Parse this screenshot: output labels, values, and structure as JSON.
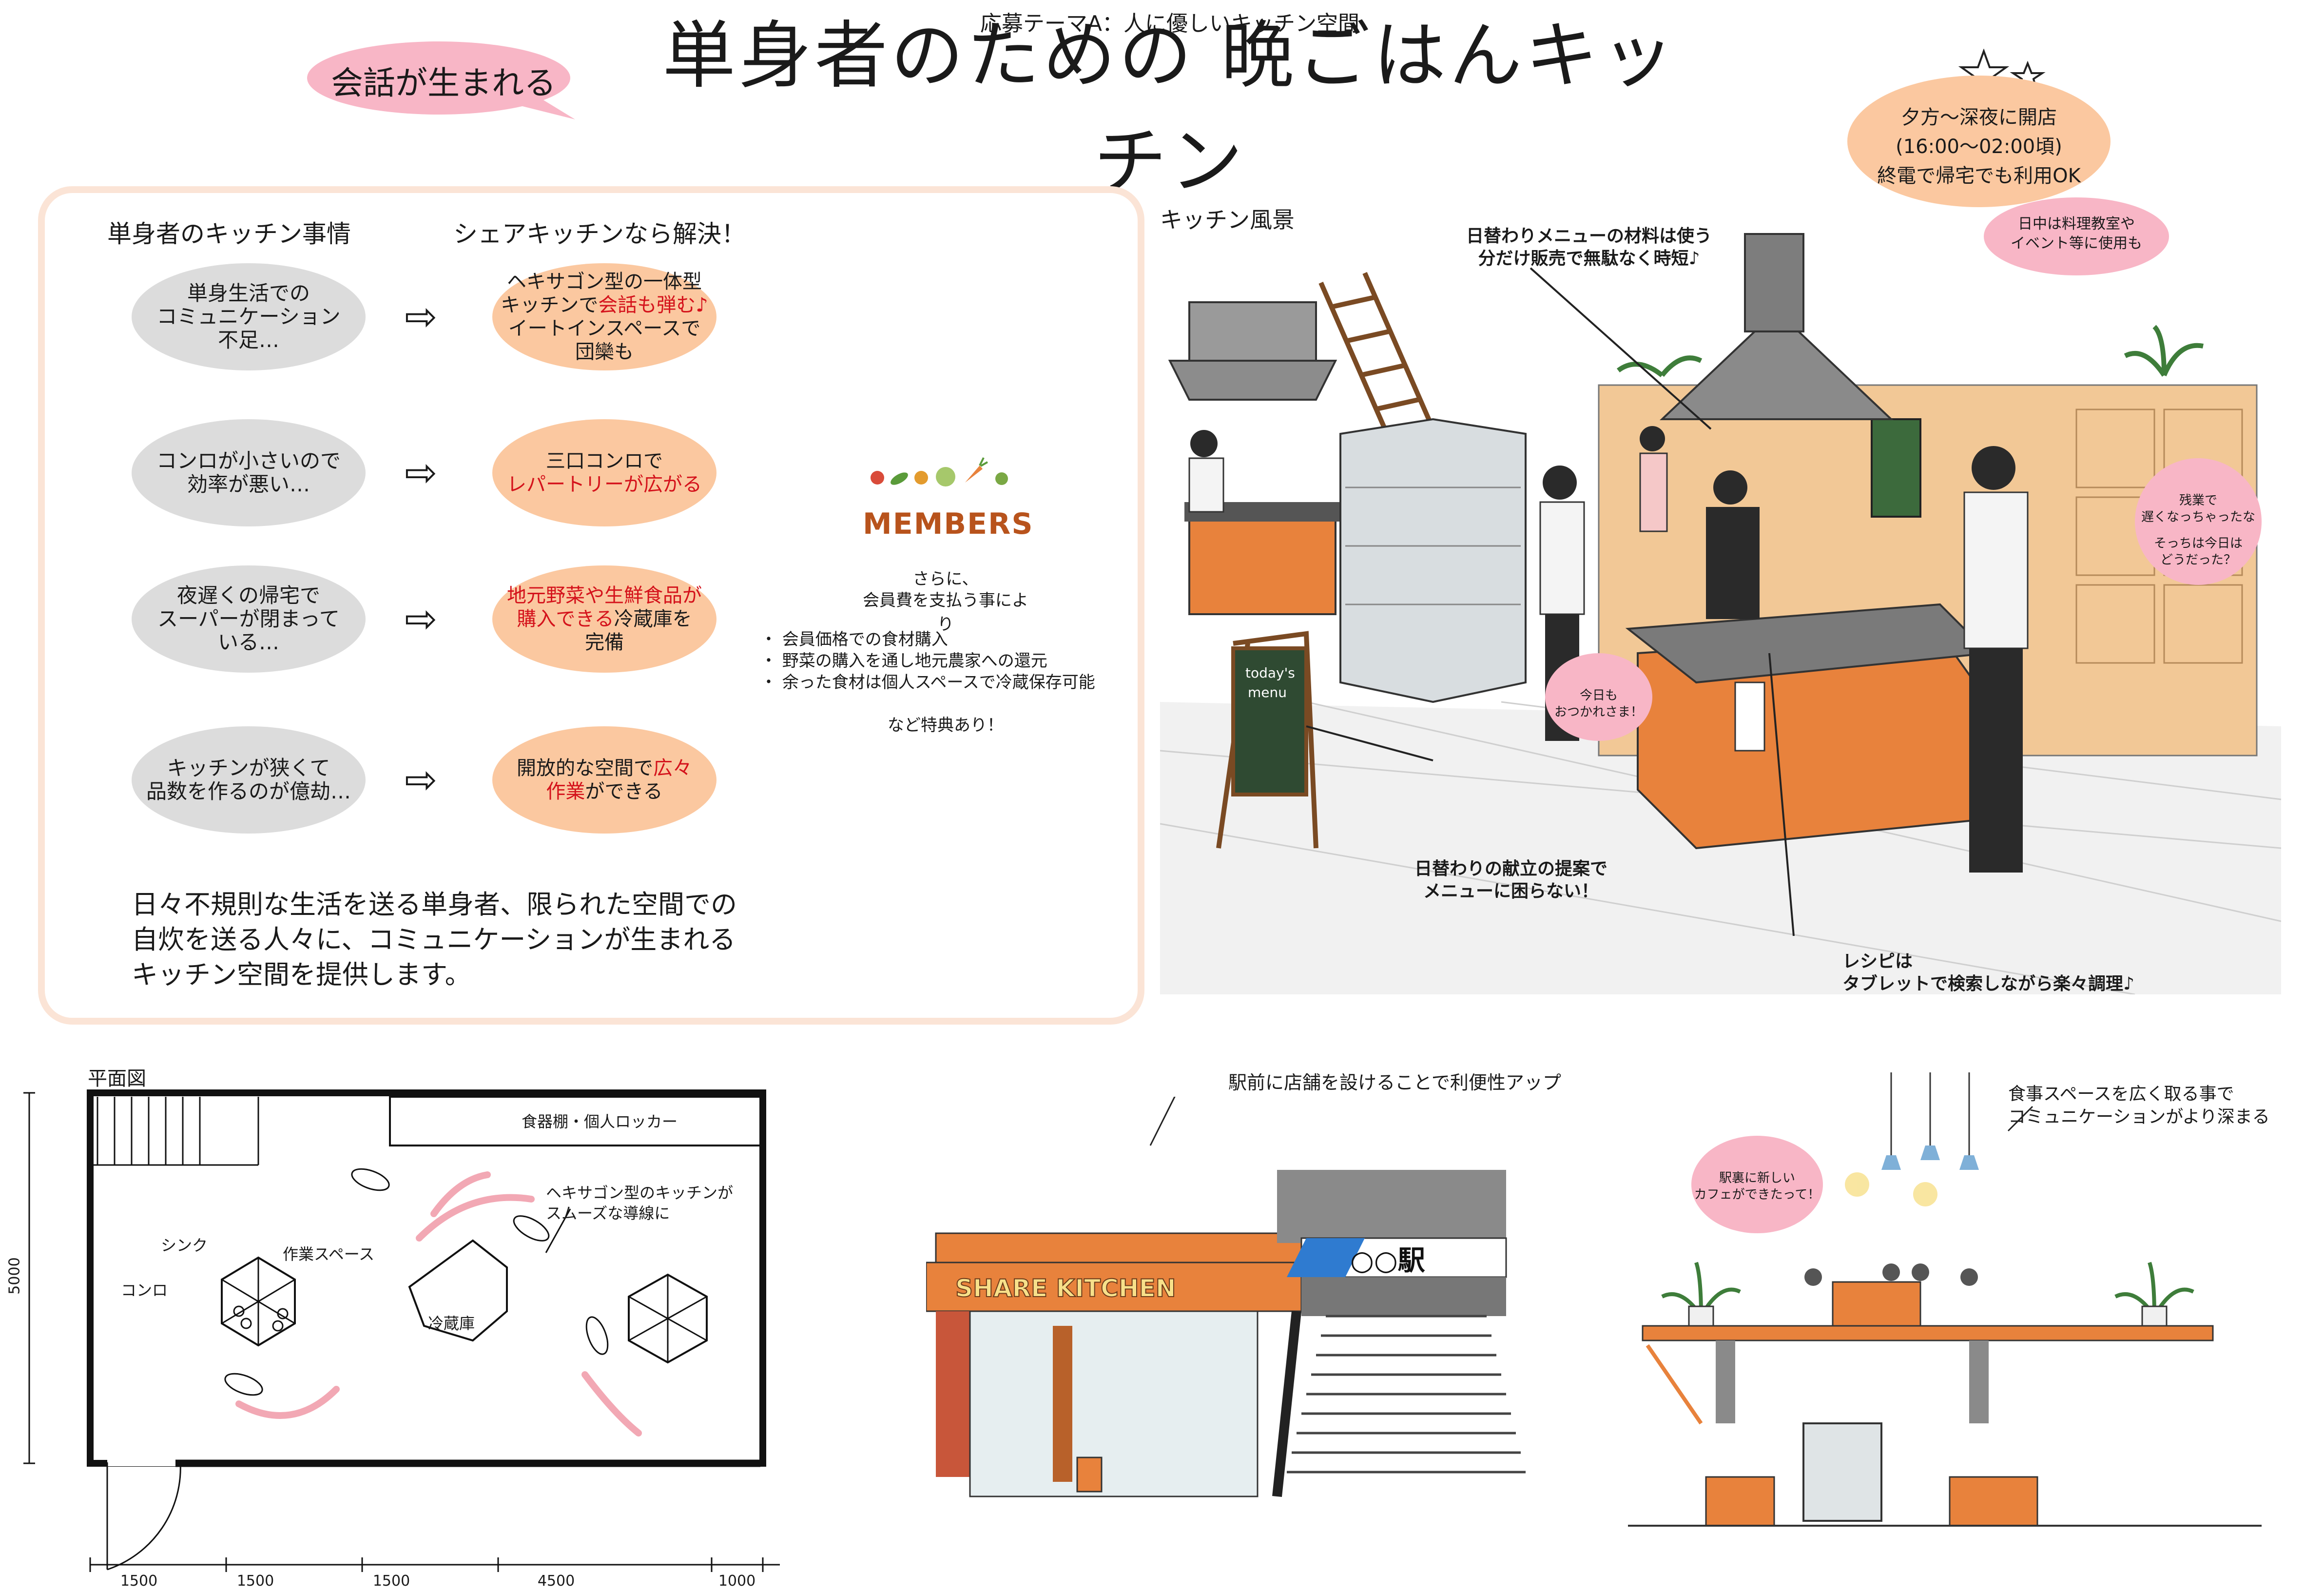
{
  "header": {
    "theme": "応募テーマA：人に優しいキッチン空間",
    "tagline": "会話が生まれる",
    "title": "単身者のための 晩ごはんキッチン",
    "hours": [
      "夕方〜深夜に開店",
      "(16:00〜02:00頃)",
      "終電で帰宅でも利用OK"
    ],
    "daytime_note": [
      "日中は料理教室や",
      "イベント等に使用も"
    ]
  },
  "problems_panel": {
    "left_heading": "単身者のキッチン事情",
    "right_heading": "シェアキッチンなら解決！",
    "rows": [
      {
        "problem": [
          "単身生活での",
          "コミュニケーション",
          "不足…"
        ],
        "solution": [
          [
            {
              "t": "ヘキサゴン型の一体型"
            }
          ],
          [
            {
              "t": "キッチンで"
            },
            {
              "t": "会話も弾む♪",
              "red": true
            }
          ],
          [
            {
              "t": "イートインスペースで"
            }
          ],
          [
            {
              "t": "団欒も"
            }
          ]
        ]
      },
      {
        "problem": [
          "コンロが小さいので",
          "効率が悪い…"
        ],
        "solution": [
          [
            {
              "t": "三口コンロで"
            }
          ],
          [
            {
              "t": "レパートリーが広がる",
              "red": true
            }
          ]
        ]
      },
      {
        "problem": [
          "夜遅くの帰宅で",
          "スーパーが閉まって",
          "いる…"
        ],
        "solution": [
          [
            {
              "t": "地元野菜や生鮮食品が",
              "red": true
            }
          ],
          [
            {
              "t": "購入できる",
              "red": true
            },
            {
              "t": "冷蔵庫を"
            }
          ],
          [
            {
              "t": "完備"
            }
          ]
        ]
      },
      {
        "problem": [
          "キッチンが狭くて",
          "品数を作るのが億劫…"
        ],
        "solution": [
          [
            {
              "t": "開放的な空間で"
            },
            {
              "t": "広々",
              "red": true
            }
          ],
          [
            {
              "t": "作業",
              "red": true
            },
            {
              "t": "ができる"
            }
          ]
        ]
      }
    ],
    "summary": [
      "日々不規則な生活を送る単身者、限られた空間での",
      "自炊を送る人々に、コミュニケーションが生まれる",
      "キッチン空間を提供します。"
    ]
  },
  "members": {
    "logo_text": "MEMBERS",
    "intro": [
      "さらに、",
      "会員費を支払う事により"
    ],
    "benefits": [
      "・ 会員価格での食材購入",
      "・ 野菜の購入を通し地元農家への還元",
      "・ 余った食材は個人スペースで冷蔵保存可能"
    ],
    "closing": "など特典あり！"
  },
  "kitchen_scene": {
    "label": "キッチン風景",
    "callouts": {
      "ingredients": [
        "日替わりメニューの材料は使う",
        "分だけ販売で無駄なく時短♪"
      ],
      "menu": [
        "日替わりの献立の提案で",
        "メニューに困らない！"
      ],
      "recipe": [
        "レシピは",
        "タブレットで検索しながら楽々調理♪"
      ]
    },
    "speech": {
      "tonight": [
        "今日も",
        "おつかれさま！"
      ],
      "overtime": [
        "残業で",
        "遅くなっちゃったな",
        "",
        "そっちは今日は",
        "どうだった？"
      ]
    },
    "board_text": [
      "today's",
      "menu"
    ]
  },
  "floor_plan": {
    "label": "平面図",
    "locker_label": "食器棚・個人ロッカー",
    "sink_label": "シンク",
    "workspace_label": "作業スペース",
    "stove_label": "コンロ",
    "fridge_label": "冷蔵庫",
    "note": [
      "ヘキサゴン型のキッチンが",
      "スムーズな導線に"
    ],
    "height_dim": "5000",
    "width_dims": [
      "1500",
      "1500",
      "1500",
      "4500",
      "1000"
    ]
  },
  "storefront": {
    "caption": "駅前に店舗を設けることで利便性アップ",
    "sign": "SHARE KITCHEN",
    "station_sign": "○○駅"
  },
  "section": {
    "caption": [
      "食事スペースを広く取る事で",
      "コミュニケーションがより深まる"
    ],
    "speech": [
      "駅裏に新しい",
      "カフェができたって！"
    ]
  },
  "colors": {
    "orange": "#e8823c",
    "light_orange": "#fbc8a0",
    "pink": "#f8b6c6",
    "gray_bubble": "#dcdcdc",
    "panel_border": "#fbe4d6",
    "accent_red": "#d4121b",
    "station_blue": "#2f7bd0"
  }
}
